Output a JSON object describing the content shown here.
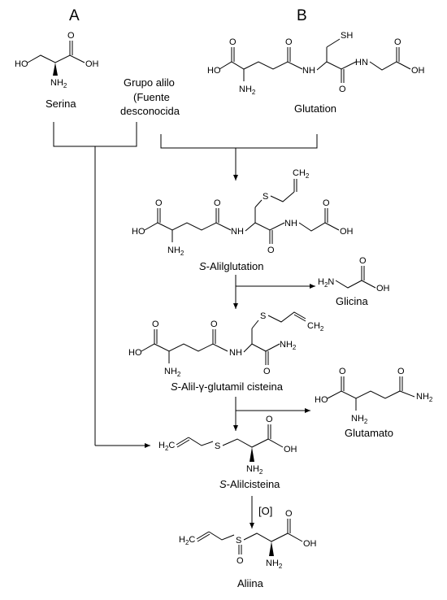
{
  "headers": {
    "a": "A",
    "b": "B"
  },
  "sources": {
    "serina": "Serina",
    "allyl_line1": "Grupo alilo",
    "allyl_line2": "(Fuente",
    "allyl_line3": "desconocida",
    "glutation": "Glutation"
  },
  "compounds": {
    "s_alilglutation_prefix": "S",
    "s_alilglutation_rest": "-Alilglutation",
    "glicina": "Glicina",
    "s_alil_gamma_prefix": "S",
    "s_alil_gamma_rest": "-Alil-γ-glutamil cisteina",
    "glutamato": "Glutamato",
    "s_alilcisteina_prefix": "S",
    "s_alilcisteina_rest": "-Alilcisteina",
    "aliina": "Aliina"
  },
  "reaction_label": "[O]",
  "atoms": {
    "ho": "HO",
    "oh": "OH",
    "o": "O",
    "nh": "NH",
    "hn": "HN",
    "nh2": "NH",
    "h2n": "H",
    "n": "N",
    "sh": "SH",
    "s": "S",
    "h2c": "H",
    "c": "C",
    "ch2": "CH",
    "two": "2"
  }
}
